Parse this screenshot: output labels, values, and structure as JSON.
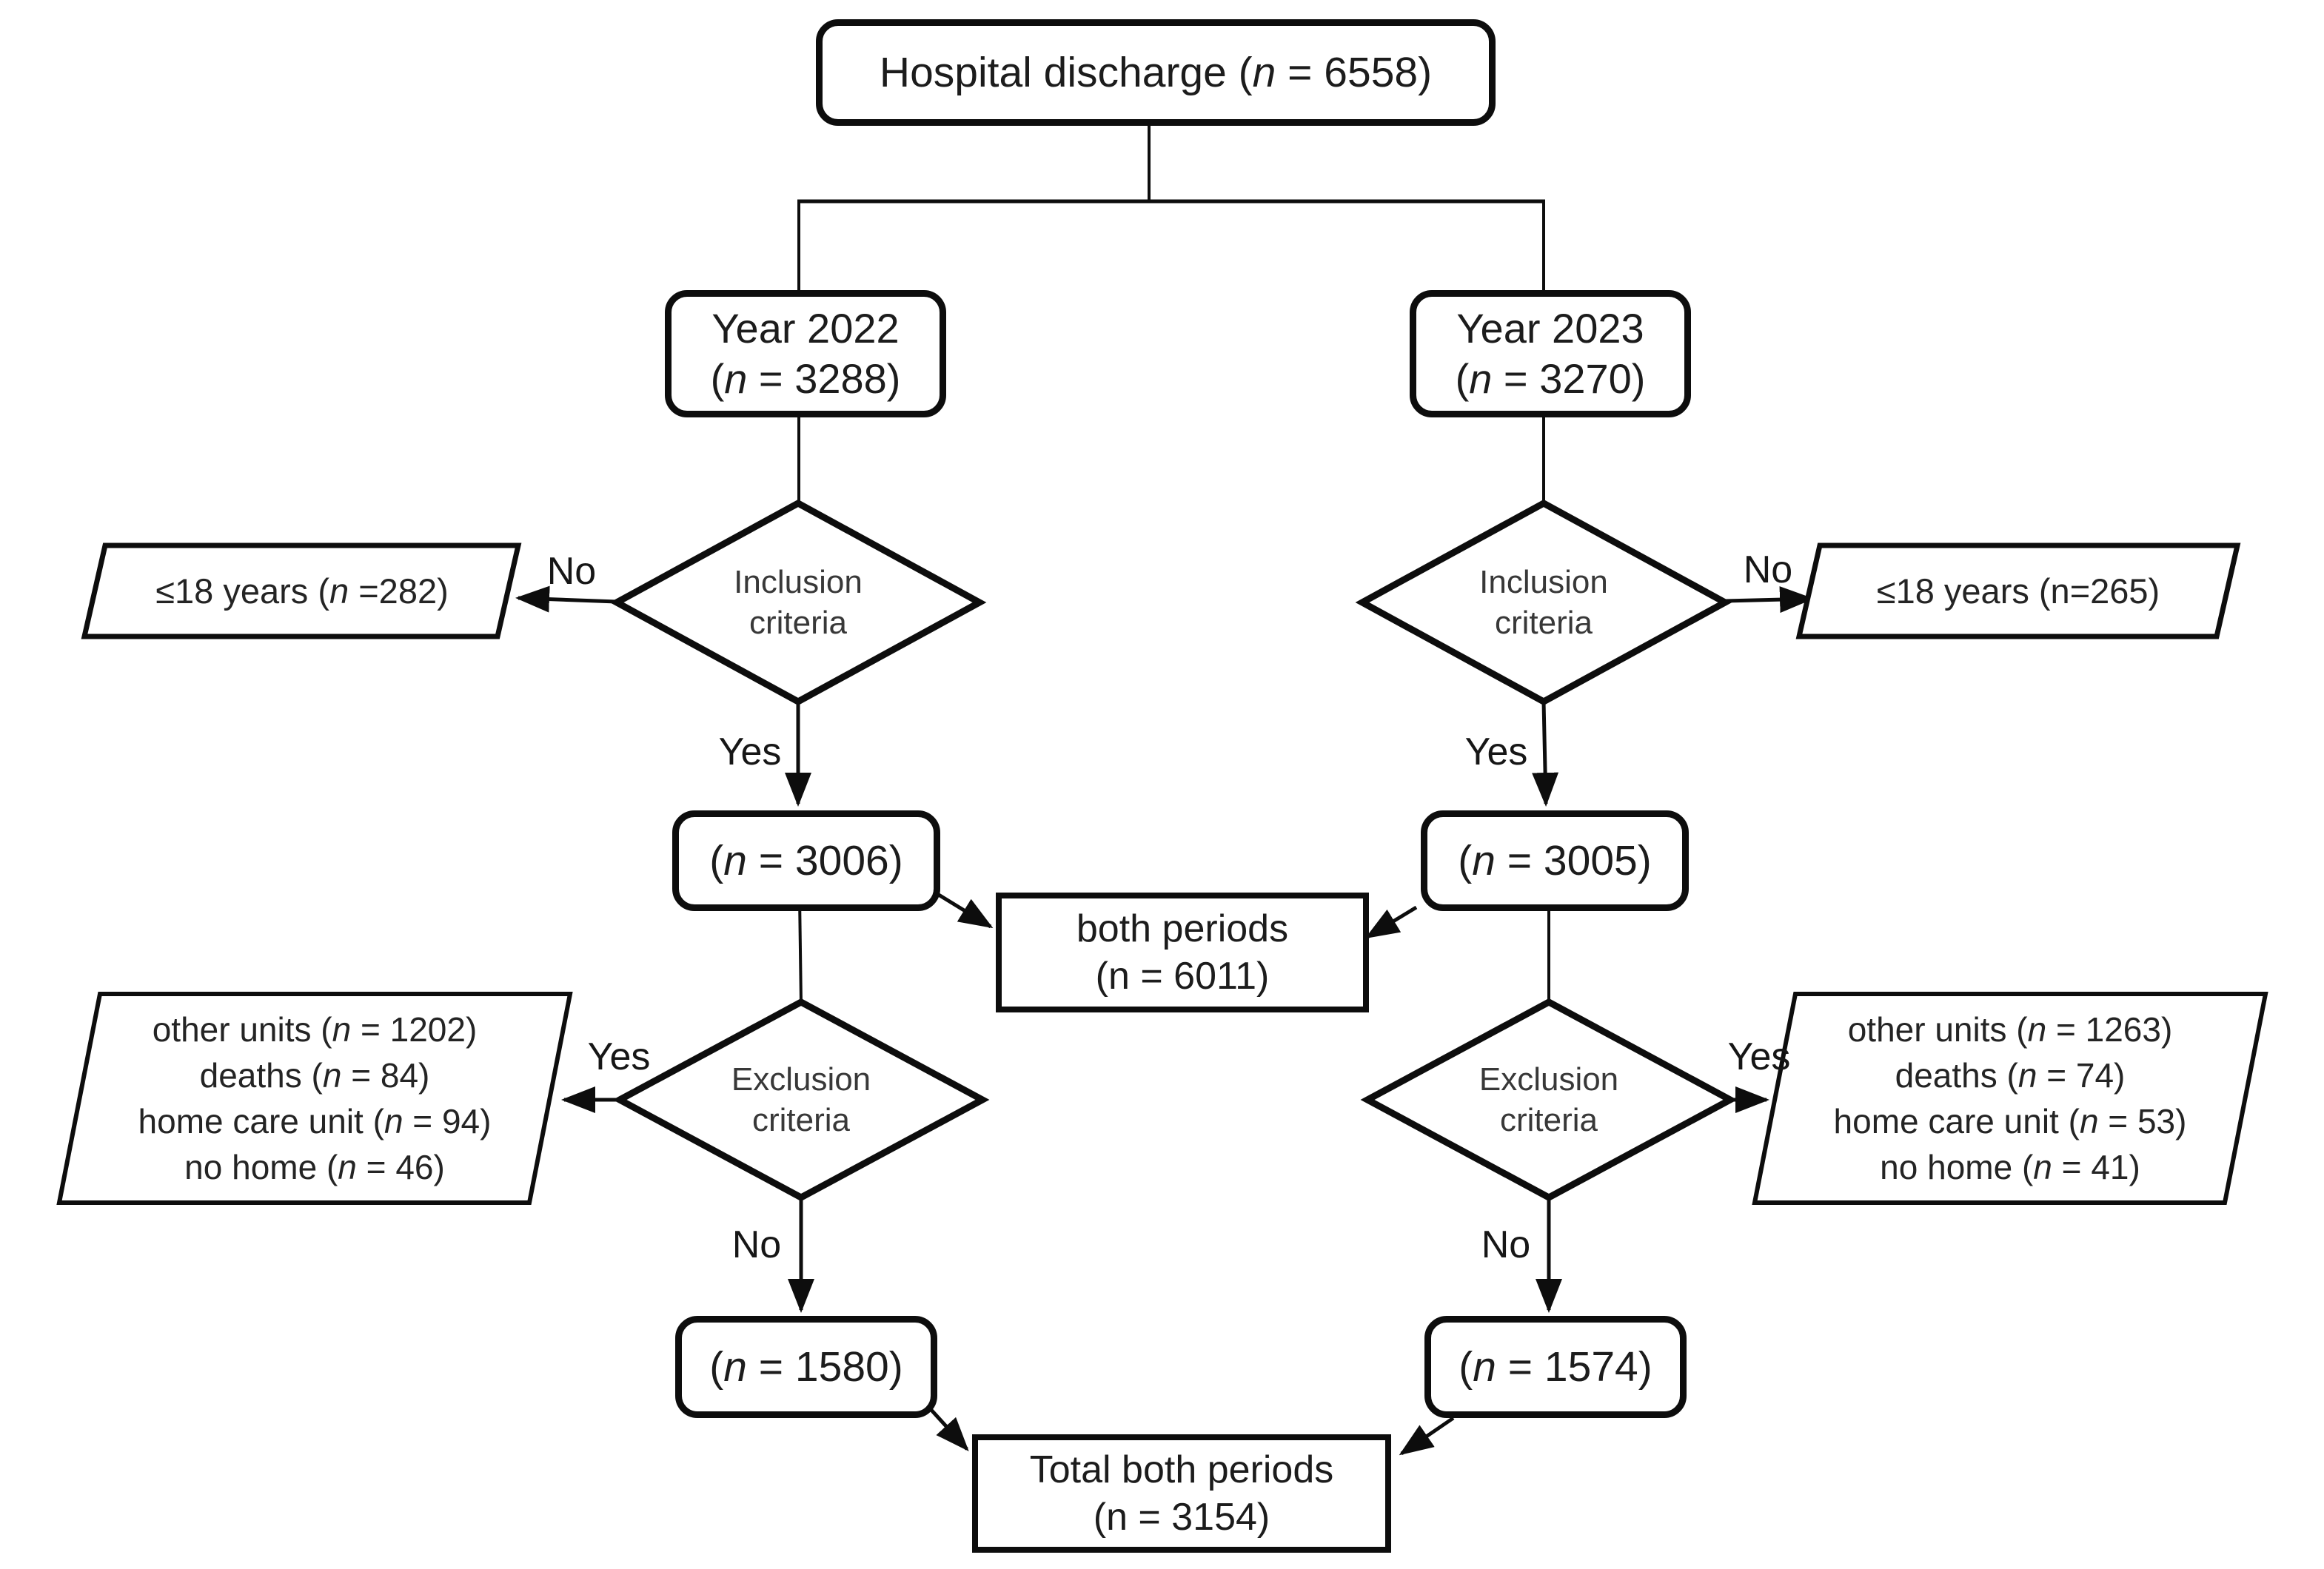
{
  "figure": {
    "background": "#ffffff",
    "ink": "#000000",
    "text_ink": "#1c1c1c"
  },
  "nodes": {
    "hospital": {
      "pre": "Hospital discharge (",
      "n": "n",
      "post": " = 6558)"
    },
    "year2022": {
      "line1": "Year 2022",
      "pre": "(",
      "n": "n",
      "post": " = 3288)"
    },
    "year2023": {
      "line1": "Year 2023",
      "pre": "(",
      "n": "n",
      "post": " = 3270)"
    },
    "inclusion_left": {
      "line1": "Inclusion",
      "line2": "criteria"
    },
    "inclusion_right": {
      "line1": "Inclusion",
      "line2": "criteria"
    },
    "under18_left": {
      "pre": "≤18 years (",
      "n": "n",
      "post": " =282)"
    },
    "under18_right": {
      "text": "≤18 years (n=265)"
    },
    "n3006": {
      "pre": "(",
      "n": "n",
      "post": " = 3006)"
    },
    "n3005": {
      "pre": "(",
      "n": "n",
      "post": " = 3005)"
    },
    "both_periods": {
      "line1": "both periods",
      "line2": "(n = 6011)"
    },
    "exclusion_left": {
      "line1": "Exclusion",
      "line2": "criteria"
    },
    "exclusion_right": {
      "line1": "Exclusion",
      "line2": "criteria"
    },
    "excluded_left": {
      "items": [
        {
          "pre": "other units (",
          "n": "n",
          "post": " = 1202)"
        },
        {
          "pre": "deaths (",
          "n": "n",
          "post": " = 84)"
        },
        {
          "pre": "home care unit (",
          "n": "n",
          "post": " = 94)"
        },
        {
          "pre": "no home (",
          "n": "n",
          "post": " = 46)"
        }
      ]
    },
    "excluded_right": {
      "items": [
        {
          "pre": "other units (",
          "n": "n",
          "post": " = 1263)"
        },
        {
          "pre": "deaths (",
          "n": "n",
          "post": " = 74)"
        },
        {
          "pre": "home care unit (",
          "n": "n",
          "post": " = 53)"
        },
        {
          "pre": "no home (",
          "n": "n",
          "post": " = 41)"
        }
      ]
    },
    "n1580": {
      "pre": "(",
      "n": "n",
      "post": " = 1580)"
    },
    "n1574": {
      "pre": "(",
      "n": "n",
      "post": " = 1574)"
    },
    "total": {
      "line1": "Total both periods",
      "line2": "(n = 3154)"
    }
  },
  "edge_labels": {
    "no_inclusion_left": "No",
    "no_inclusion_right": "No",
    "yes_inclusion_left": "Yes",
    "yes_inclusion_right": "Yes",
    "yes_exclusion_left": "Yes",
    "yes_exclusion_right": "Yes",
    "no_exclusion_left": "No",
    "no_exclusion_right": "No"
  }
}
